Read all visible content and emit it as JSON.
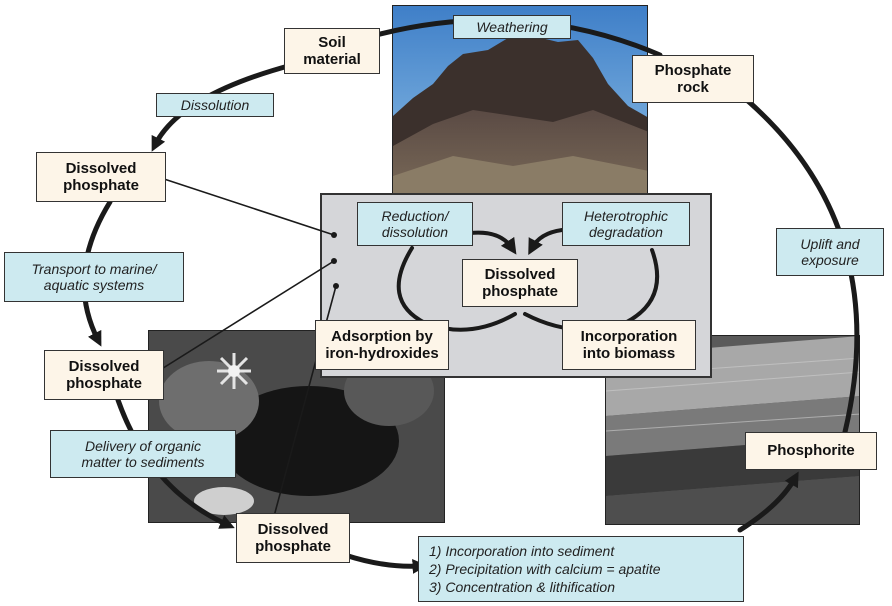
{
  "nodes": {
    "soil_material": "Soil\nmaterial",
    "phosphate_rock": "Phosphate\nrock",
    "dissolved_phosphate_top": "Dissolved\nphosphate",
    "dissolved_phosphate_mid": "Dissolved\nphosphate",
    "dissolved_phosphate_bottom": "Dissolved\nphosphate",
    "dissolved_phosphate_center": "Dissolved\nphosphate",
    "phosphorite": "Phosphorite",
    "adsorption": "Adsorption by\niron-hydroxides",
    "incorporation_biomass": "Incorporation\ninto biomass"
  },
  "processes": {
    "weathering": "Weathering",
    "dissolution": "Dissolution",
    "transport": "Transport to marine/\naquatic systems",
    "delivery": "Delivery of organic\nmatter to sediments",
    "uplift": "Uplift and\nexposure",
    "reduction": "Reduction/\ndissolution",
    "heterotrophic": "Heterotrophic\ndegradation",
    "sediment_steps": "1) Incorporation into sediment\n2) Precipitation with calcium = apatite\n3) Concentration & lithification"
  },
  "colors": {
    "node_fill": "#fdf5e8",
    "process_fill": "#cdeaf0",
    "center_panel": "#d5d6d9",
    "arrow": "#1a1a1a"
  }
}
